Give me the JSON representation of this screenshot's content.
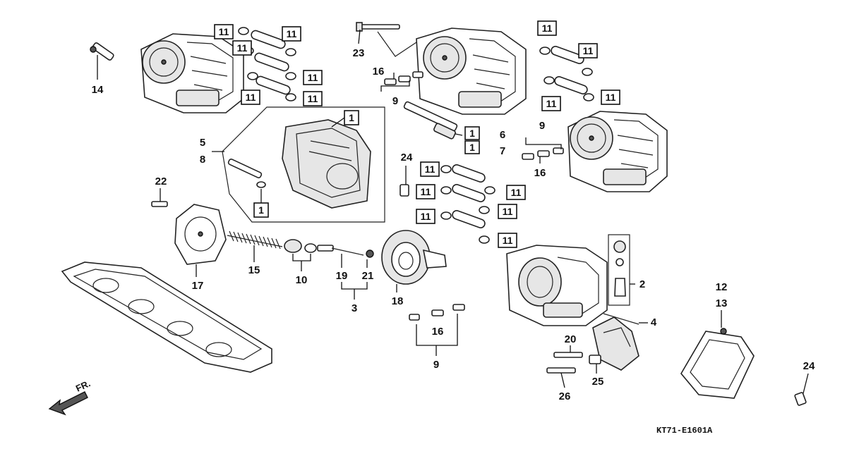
{
  "diagram": {
    "drawing_code": "KT71-E1601A",
    "front_label": "FR.",
    "boxed_labels": {
      "o_ring": "11",
      "float_chamber_gasket": "1",
      "float_valve_set": "1"
    },
    "labels": {
      "l1": "1",
      "l2": "2",
      "l3": "3",
      "l4": "4",
      "l5": "5",
      "l6": "6",
      "l7": "7",
      "l8": "8",
      "l9": "9",
      "l10": "10",
      "l12": "12",
      "l13": "13",
      "l14": "14",
      "l15": "15",
      "l16": "16",
      "l17": "17",
      "l18": "18",
      "l19": "19",
      "l20": "20",
      "l21": "21",
      "l22": "22",
      "l23": "23",
      "l24": "24",
      "l25": "25",
      "l26": "26"
    }
  }
}
